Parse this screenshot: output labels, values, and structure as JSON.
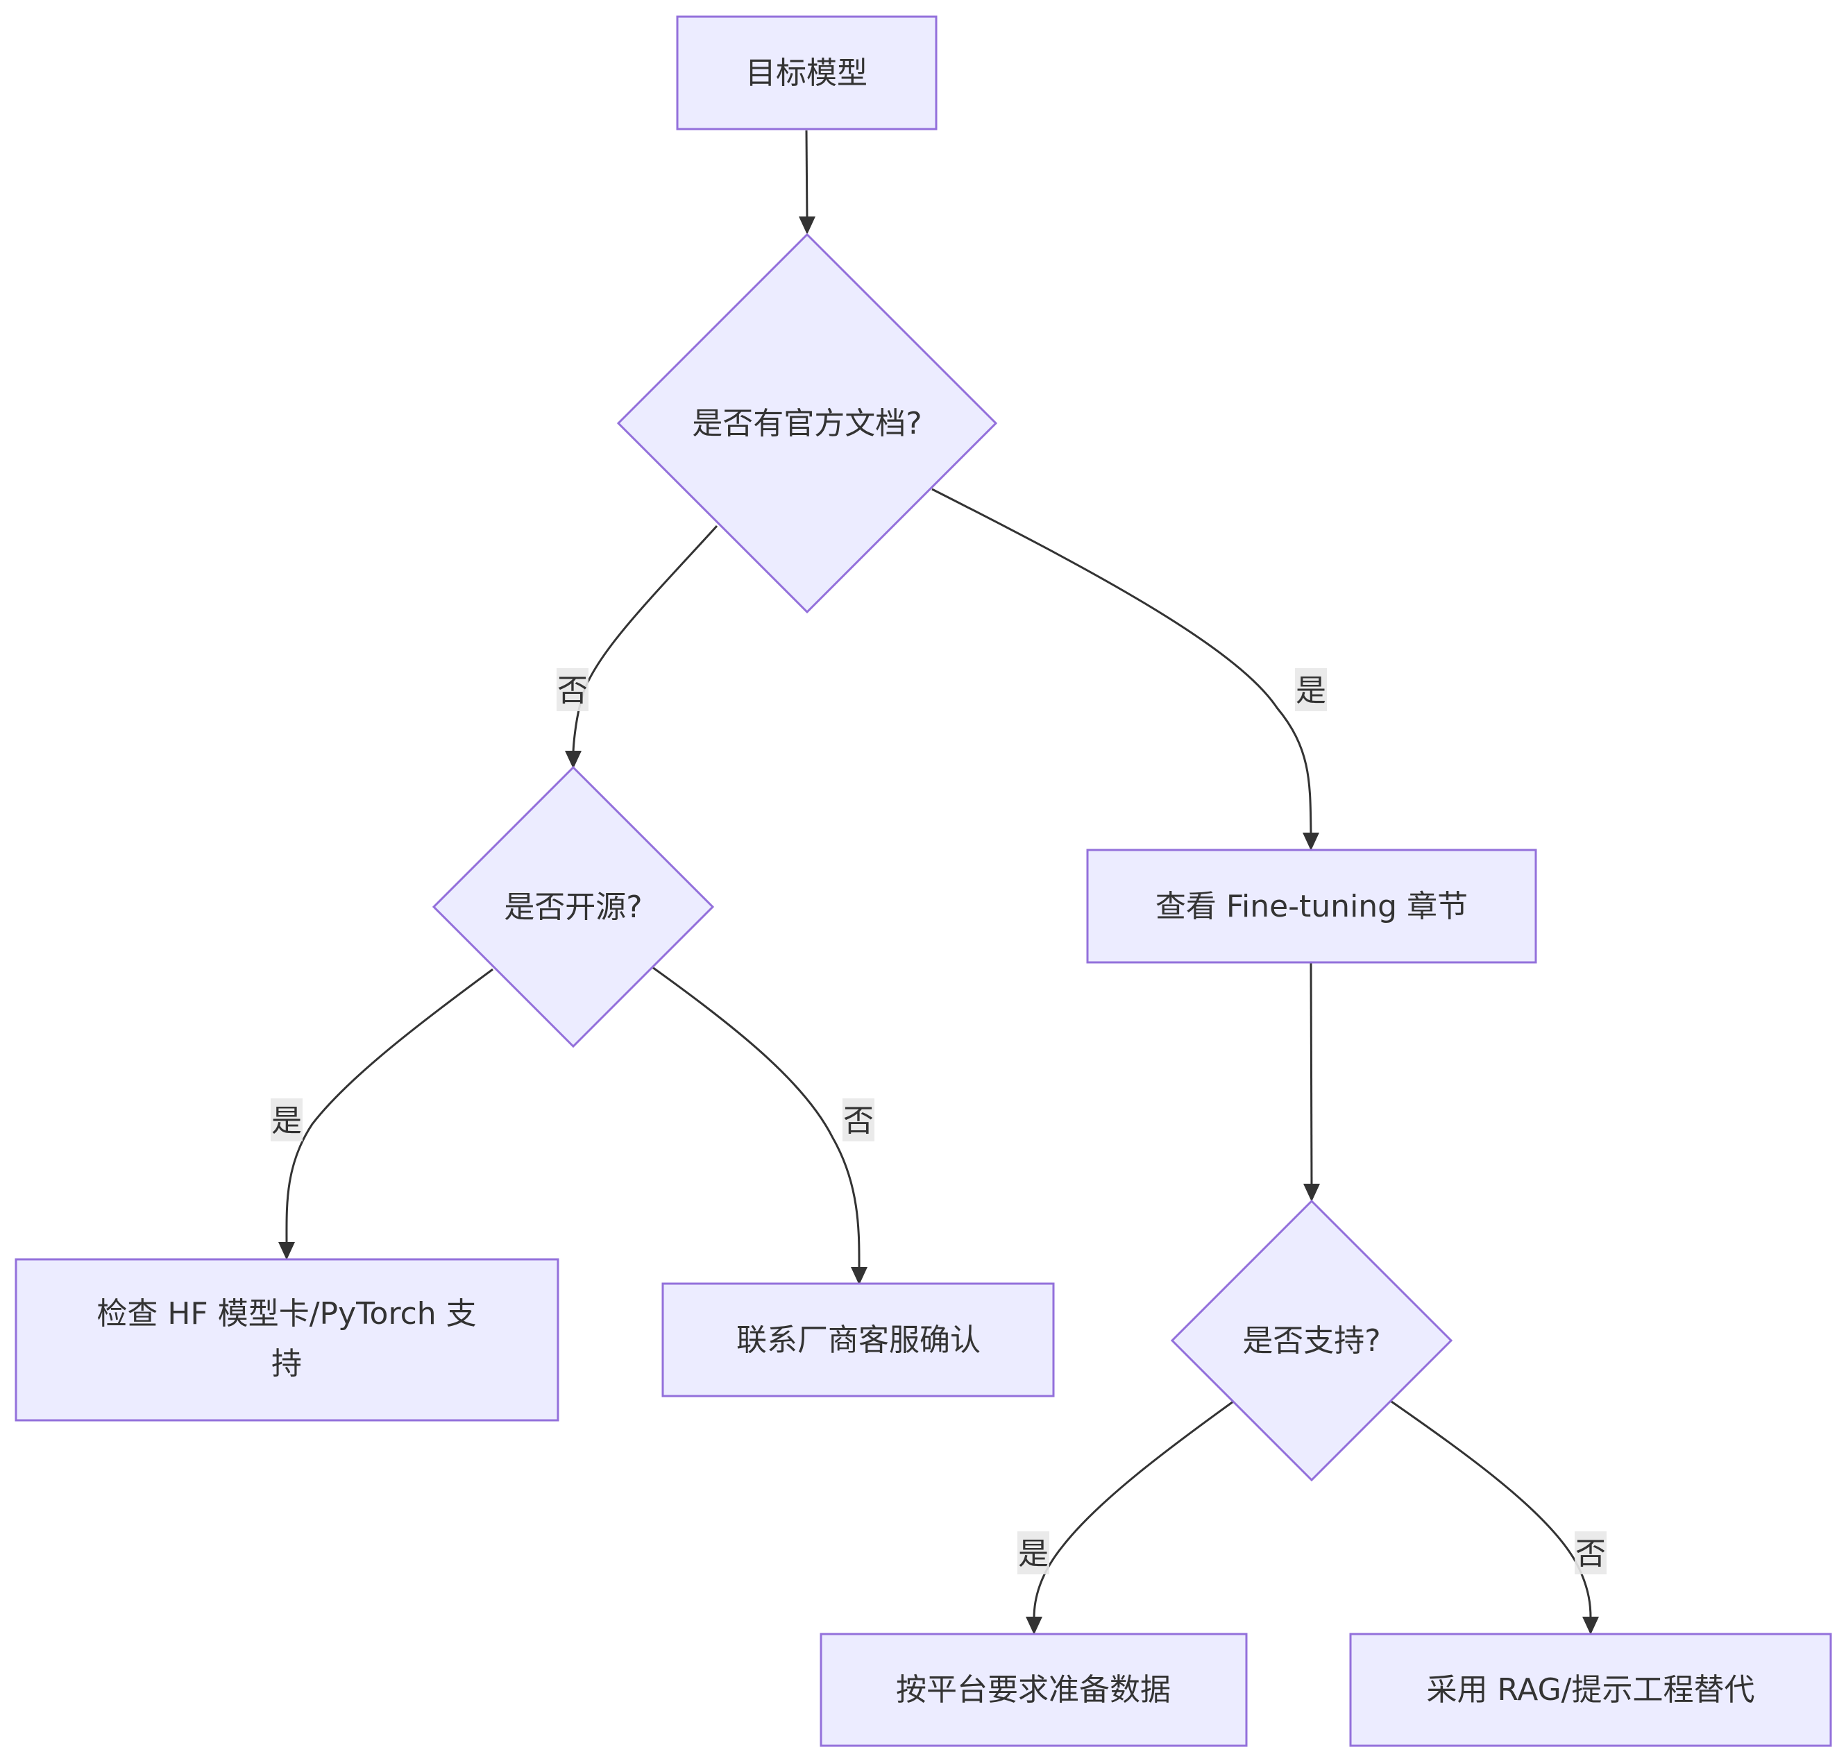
{
  "nodes": {
    "target_model": "目标模型",
    "has_official_docs": "是否有官方文档?",
    "is_open_source": "是否开源?",
    "view_finetuning": "查看 Fine-tuning 章节",
    "check_hf_line1": "检查 HF 模型卡/PyTorch 支",
    "check_hf_line2": "持",
    "contact_vendor": "联系厂商客服确认",
    "is_supported": "是否支持?",
    "prepare_data": "按平台要求准备数据",
    "use_rag": "采用 RAG/提示工程替代"
  },
  "edge_labels": {
    "docs_no": "否",
    "docs_yes": "是",
    "open_yes": "是",
    "open_no": "否",
    "support_yes": "是",
    "support_no": "否"
  },
  "colors": {
    "node_fill": "#ececff",
    "node_stroke": "#9370db",
    "edge": "#333333",
    "label_bg": "#e8e8e8"
  }
}
